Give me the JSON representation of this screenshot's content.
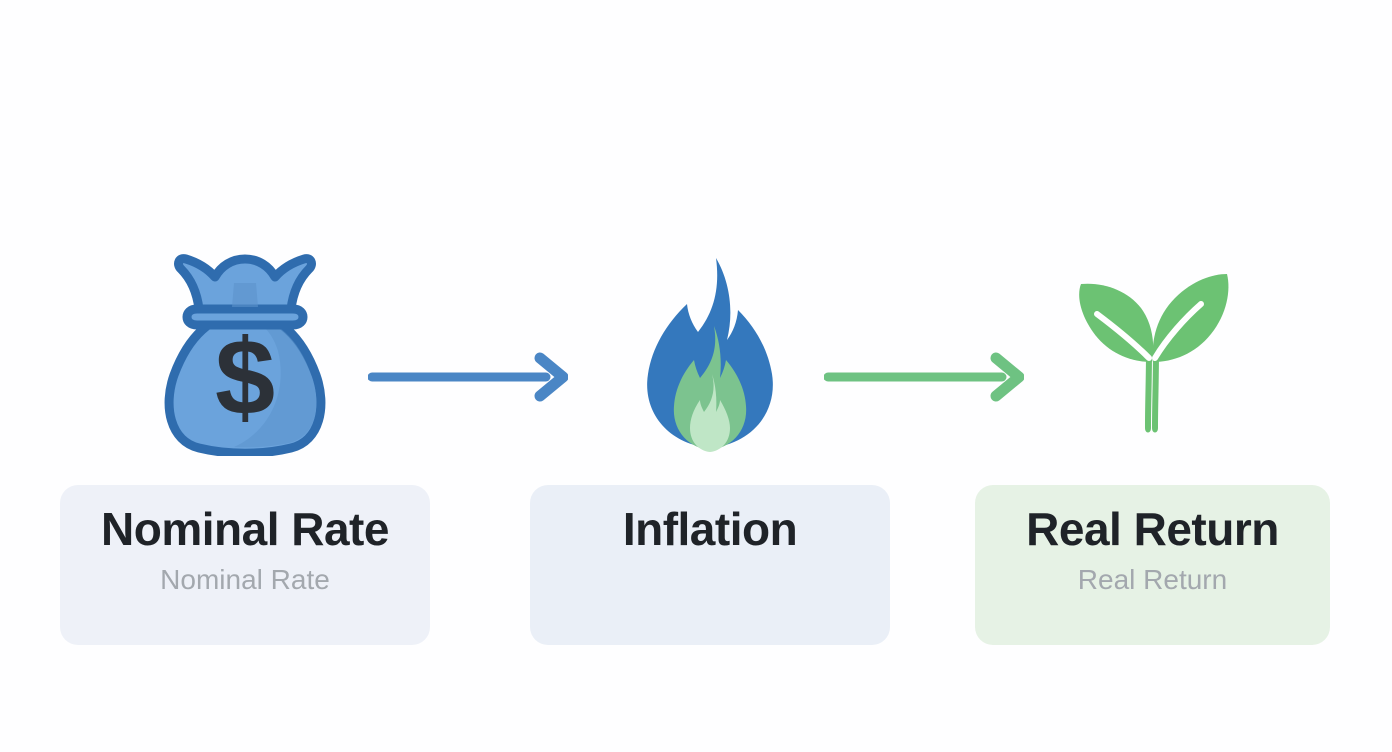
{
  "background_color": "#fefeff",
  "diagram": {
    "type": "horizontal-flow",
    "title": "",
    "steps": [
      {
        "id": "nominal-rate",
        "icon": "money-bag-icon",
        "icon_colors": {
          "fill": "#6ba3dc",
          "shade": "#5b93cc",
          "outline": "#2f6cae",
          "symbol": "#2c3138"
        },
        "title": "Nominal Rate",
        "subtitle": "Nominal Rate",
        "card_color": "#eef1f8",
        "title_color": "#1f2328",
        "subtitle_color": "#a3a8ae"
      },
      {
        "id": "inflation",
        "icon": "flame-icon",
        "icon_colors": {
          "outer": "#3478bd",
          "middle": "#7cc38f",
          "inner": "#bfe6c6"
        },
        "title": "Inflation",
        "subtitle": "",
        "card_color": "#eaeff7",
        "title_color": "#1f2328",
        "subtitle_color": "#a3a8ae"
      },
      {
        "id": "real-return",
        "icon": "seedling-icon",
        "icon_colors": {
          "fill": "#6cc273"
        },
        "title": "Real Return",
        "subtitle": "Real Return",
        "card_color": "#e6f2e5",
        "title_color": "#1f2328",
        "subtitle_color": "#a3a8ae"
      }
    ],
    "connectors": [
      {
        "id": "arrow-nominal-to-inflation",
        "icon": "arrow-right-icon",
        "color": "#4a86c5",
        "from": "nominal-rate",
        "to": "inflation"
      },
      {
        "id": "arrow-inflation-to-real",
        "icon": "arrow-right-icon",
        "color": "#6ec282",
        "from": "inflation",
        "to": "real-return"
      }
    ]
  }
}
